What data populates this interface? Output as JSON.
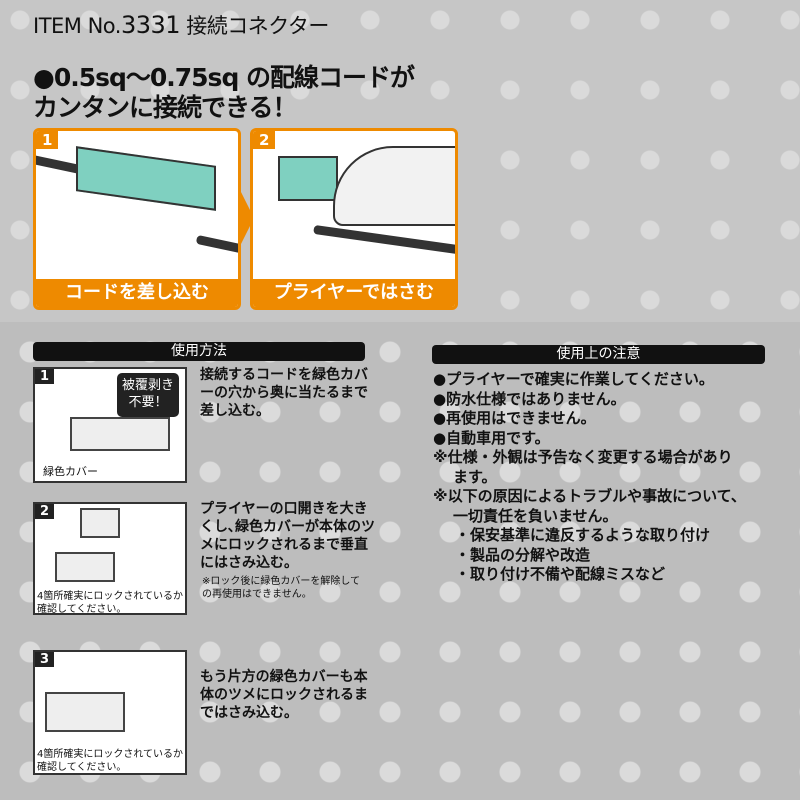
{
  "header": {
    "item_prefix": "ITEM No.",
    "item_number": "3331",
    "product_name": "接続コネクター"
  },
  "lead": {
    "line1": "●0.5sq～0.75sq の配線コードが",
    "line2": "カンタンに接続できる！"
  },
  "panels": [
    {
      "number": "1",
      "caption": "コードを差し込む"
    },
    {
      "number": "2",
      "caption": "プライヤーではさむ"
    }
  ],
  "usage": {
    "title": "使用方法",
    "steps": [
      {
        "number": "1",
        "text": "接続するコードを緑色カバーの穴から奥に当たるまで差し込む。",
        "callout": "被覆剥き不要！",
        "label": "緑色カバー"
      },
      {
        "number": "2",
        "text": "プライヤーの口開きを大きくし､緑色カバーが本体のツメにロックされるまで垂直にはさみ込む。",
        "note": "※ロック後に緑色カバーを解除しての再使用はできません。",
        "caption": "4箇所確実にロックされているか確認してください。"
      },
      {
        "number": "3",
        "text": "もう片方の緑色カバーも本体のツメにロックされるまではさみ込む。",
        "caption": "4箇所確実にロックされているか確認してください。"
      }
    ]
  },
  "cautions": {
    "title": "使用上の注意",
    "items": [
      "●プライヤーで確実に作業してください。",
      "●防水仕様ではありません。",
      "●再使用はできません。",
      "●自動車用です。",
      "※仕様・外観は予告なく変更する場合があり",
      "ます。",
      "※以下の原因によるトラブルや事故について、",
      "一切責任を負いません。",
      "・保安基準に違反するような取り付け",
      "・製品の分解や改造",
      "・取り付け不備や配線ミスなど"
    ]
  },
  "colors": {
    "accent": "#ee8a00",
    "connector": "#7fd0c0"
  }
}
